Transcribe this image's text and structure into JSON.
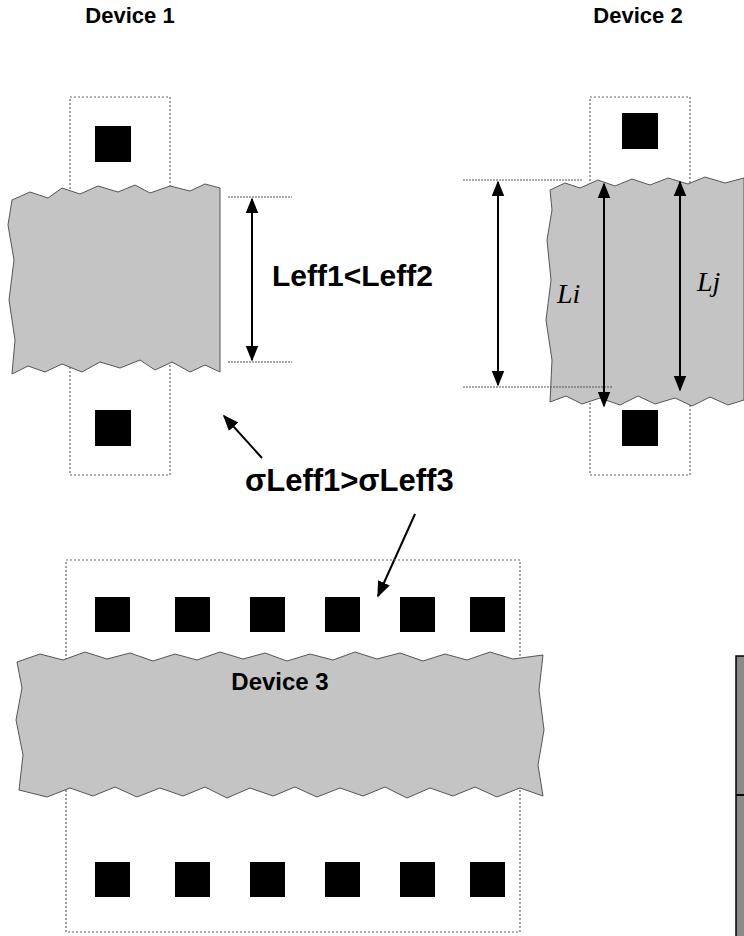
{
  "diagram": {
    "nodes": [
      {
        "text": [
          "Device 3"
        ]
      }
    ],
    "labels": [
      "Device 1",
      "Device 2",
      "Leff1<Leff2",
      "Li",
      "Lj",
      "σLeff1>σLeff3"
    ]
  }
}
